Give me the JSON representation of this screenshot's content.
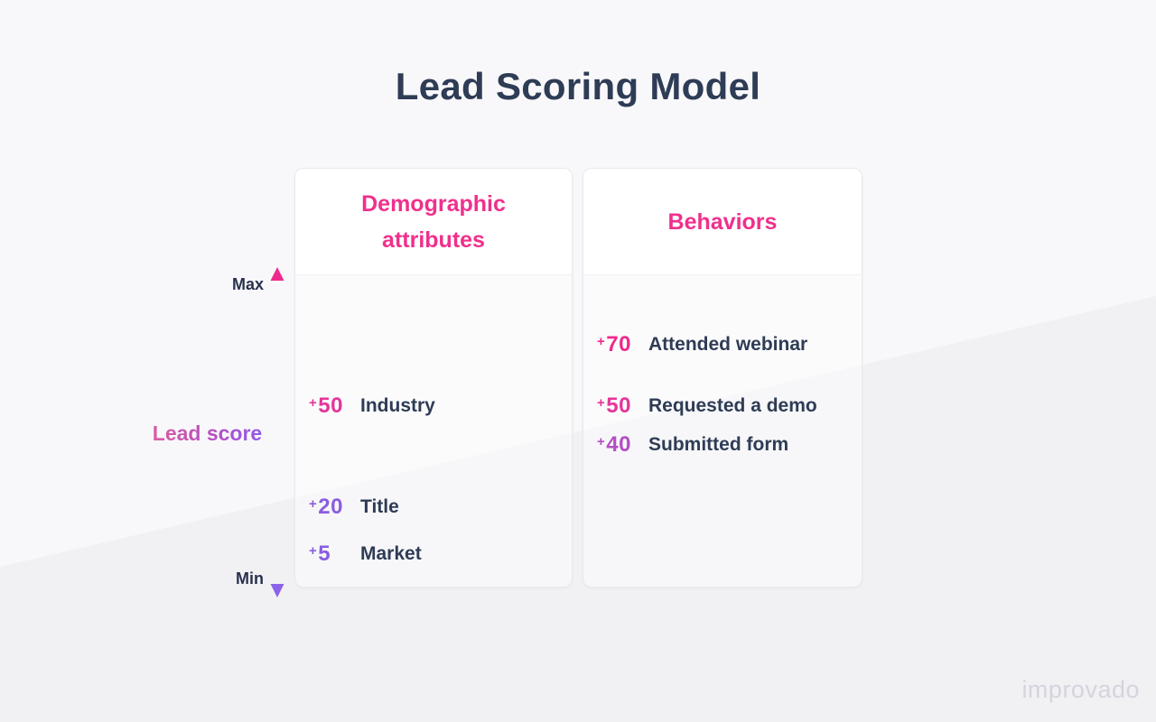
{
  "title": "Lead Scoring Model",
  "watermark": "improvado",
  "axis": {
    "max_label": "Max",
    "min_label": "Min",
    "axis_label": "Lead score",
    "gradient_top": "#f0288c",
    "gradient_bottom": "#8a5cf0"
  },
  "colors": {
    "title_text": "#2e3c55",
    "header_pink": "#f0308c",
    "background_light": "#f8f8fa",
    "background_base": "#f1f1f4"
  },
  "columns": [
    {
      "header": "Demographic attributes",
      "items": [
        {
          "plus": "+",
          "num": "50",
          "label": "Industry",
          "color": "#e5359a"
        },
        {
          "plus": "+",
          "num": "20",
          "label": "Title",
          "color": "#8a5ce0"
        },
        {
          "plus": "+",
          "num": "5",
          "label": "Market",
          "color": "#8a5ce0"
        }
      ]
    },
    {
      "header": "Behaviors",
      "items": [
        {
          "plus": "+",
          "num": "70",
          "label": "Attended webinar",
          "color": "#f0288c"
        },
        {
          "plus": "+",
          "num": "50",
          "label": "Requested a demo",
          "color": "#e5359a"
        },
        {
          "plus": "+",
          "num": "40",
          "label": "Submitted form",
          "color": "#b44ec4"
        }
      ]
    }
  ]
}
